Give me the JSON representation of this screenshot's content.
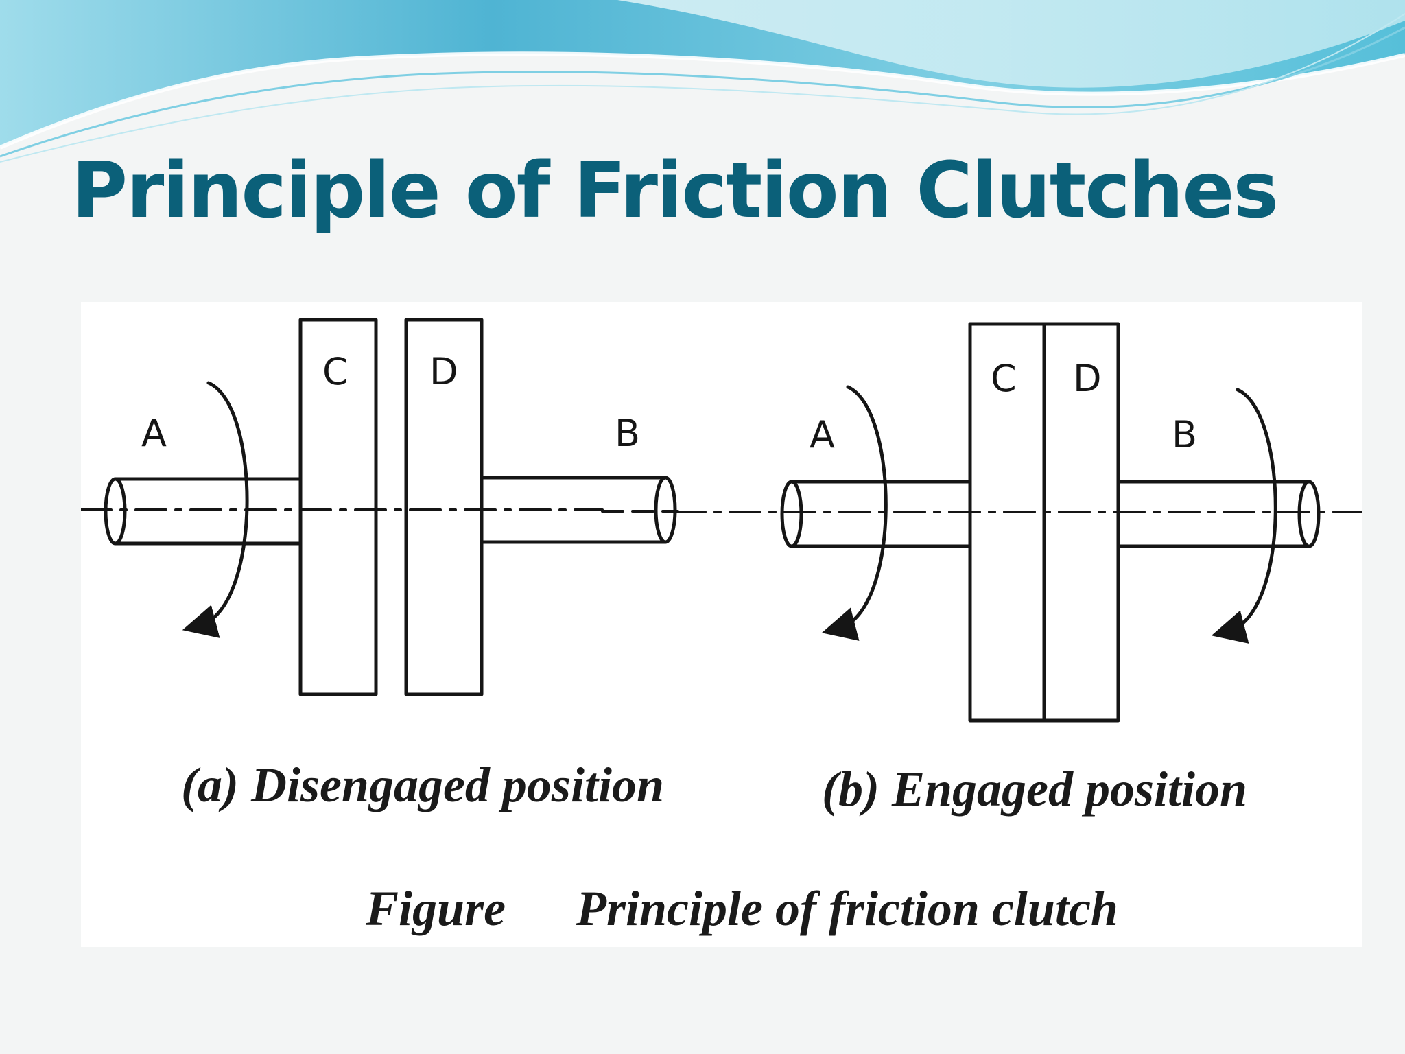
{
  "slide": {
    "title": "Principle of Friction Clutches"
  },
  "figure": {
    "disengaged": {
      "caption": "(a) Disengaged position",
      "labels": {
        "shaft_a": "A",
        "disc_c": "C",
        "disc_d": "D",
        "shaft_b": "B"
      }
    },
    "engaged": {
      "caption": "(b) Engaged position",
      "labels": {
        "shaft_a": "A",
        "disc_c": "C",
        "disc_d": "D",
        "shaft_b": "B"
      }
    },
    "caption_prefix": "Figure",
    "caption_title": "Principle of friction clutch"
  },
  "colors": {
    "title": "#0b6079",
    "wave_primary": "#5fc3d9",
    "wave_light": "#aee2ec",
    "line_art": "#151515",
    "background": "#f3f5f5"
  }
}
